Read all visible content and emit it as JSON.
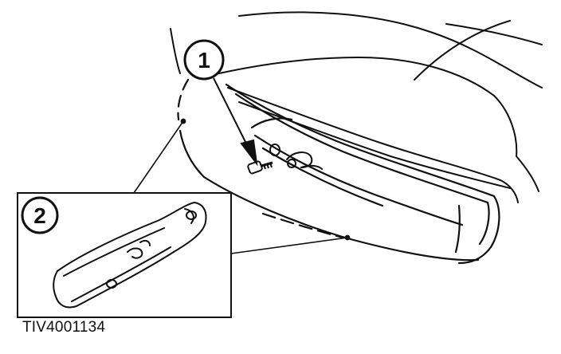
{
  "callouts": [
    {
      "number": "1"
    },
    {
      "number": "2"
    }
  ],
  "figure_id": "TIV4001134",
  "colors": {
    "line": "#111111",
    "background": "#ffffff"
  }
}
